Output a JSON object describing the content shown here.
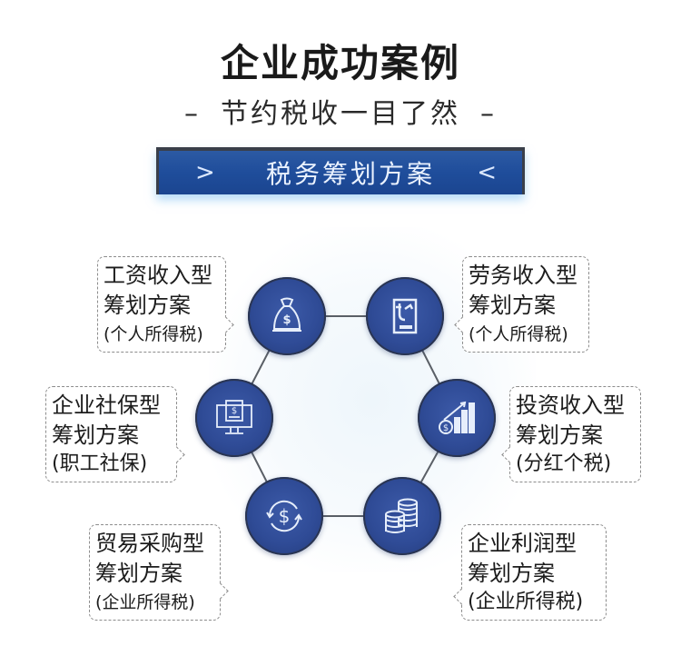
{
  "header": {
    "title": "企业成功案例",
    "subtitle": "节约税收一目了然",
    "subtitle_dash_left": "–",
    "subtitle_dash_right": "–"
  },
  "banner": {
    "label": "税务筹划方案",
    "left_arrow": ">",
    "right_arrow": "<"
  },
  "colors": {
    "node_fill": "#2f4b96",
    "node_edge": "#243b7a",
    "banner_blue": "#1f4d9b",
    "link_line": "#5a5f66",
    "bubble_border": "#8c8c8c",
    "text": "#1c1c1c"
  },
  "nodes": [
    {
      "id": "salary",
      "icon": "money-bag-icon",
      "line1": "工资收入型",
      "line2": "筹划方案",
      "line3": "(个人所得税)"
    },
    {
      "id": "labor",
      "icon": "payment-card-icon",
      "line1": "劳务收入型",
      "line2": "筹划方案",
      "line3": "(个人所得税)"
    },
    {
      "id": "social_security",
      "icon": "computer-dollar-icon",
      "line1": "企业社保型",
      "line2": "筹划方案",
      "line3": "(职工社保)"
    },
    {
      "id": "investment",
      "icon": "growth-chart-icon",
      "line1": "投资收入型",
      "line2": "筹划方案",
      "line3": "(分红个税)"
    },
    {
      "id": "trade",
      "icon": "dollar-exchange-icon",
      "line1": "贸易采购型",
      "line2": "筹划方案",
      "line3": "(企业所得税)"
    },
    {
      "id": "profit",
      "icon": "coin-stacks-icon",
      "line1": "企业利润型",
      "line2": "筹划方案",
      "line3": "(企业所得税)"
    }
  ]
}
